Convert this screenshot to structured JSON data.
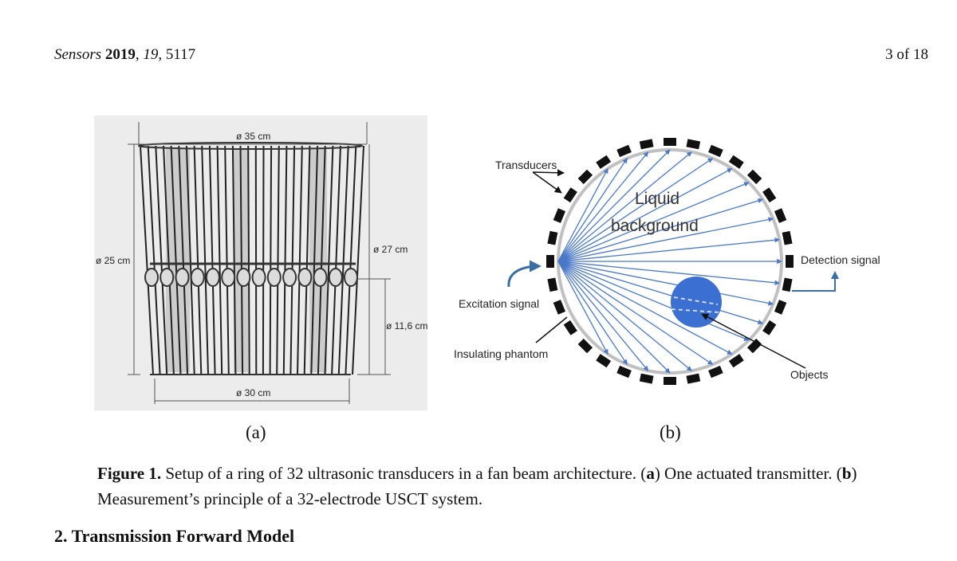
{
  "header": {
    "journal": "Sensors",
    "year": "2019",
    "volume": "19",
    "article": ", 5117",
    "page": "3 of 18"
  },
  "figure_a": {
    "dim_top": "ø 35 cm",
    "dim_left": "ø 25 cm",
    "dim_right_upper": "ø 27 cm",
    "dim_right_lower": "ø 11,6 cm",
    "dim_bottom": "ø 30 cm",
    "label": "(a)"
  },
  "figure_b": {
    "transducers": "Transducers",
    "liquid_line1": "Liquid",
    "liquid_line2": "background",
    "detection": "Detection signal",
    "excitation": "Excitation signal",
    "insulating": "Insulating phantom",
    "objects": "Objects",
    "label": "(b)",
    "colors": {
      "rays": "#4a78c8",
      "object": "#3b6fd1",
      "ring": "#c0c0c0",
      "transducer": "#111111"
    }
  },
  "caption": {
    "figure_num": "Figure 1.",
    "text1": " Setup of a ring of 32 ultrasonic transducers in a fan beam architecture. (",
    "a": "a",
    "text2": ") One actuated transmitter. (",
    "b": "b",
    "text3": ") Measurement’s principle of a 32-electrode USCT system."
  },
  "section": {
    "title": "2. Transmission Forward Model"
  }
}
